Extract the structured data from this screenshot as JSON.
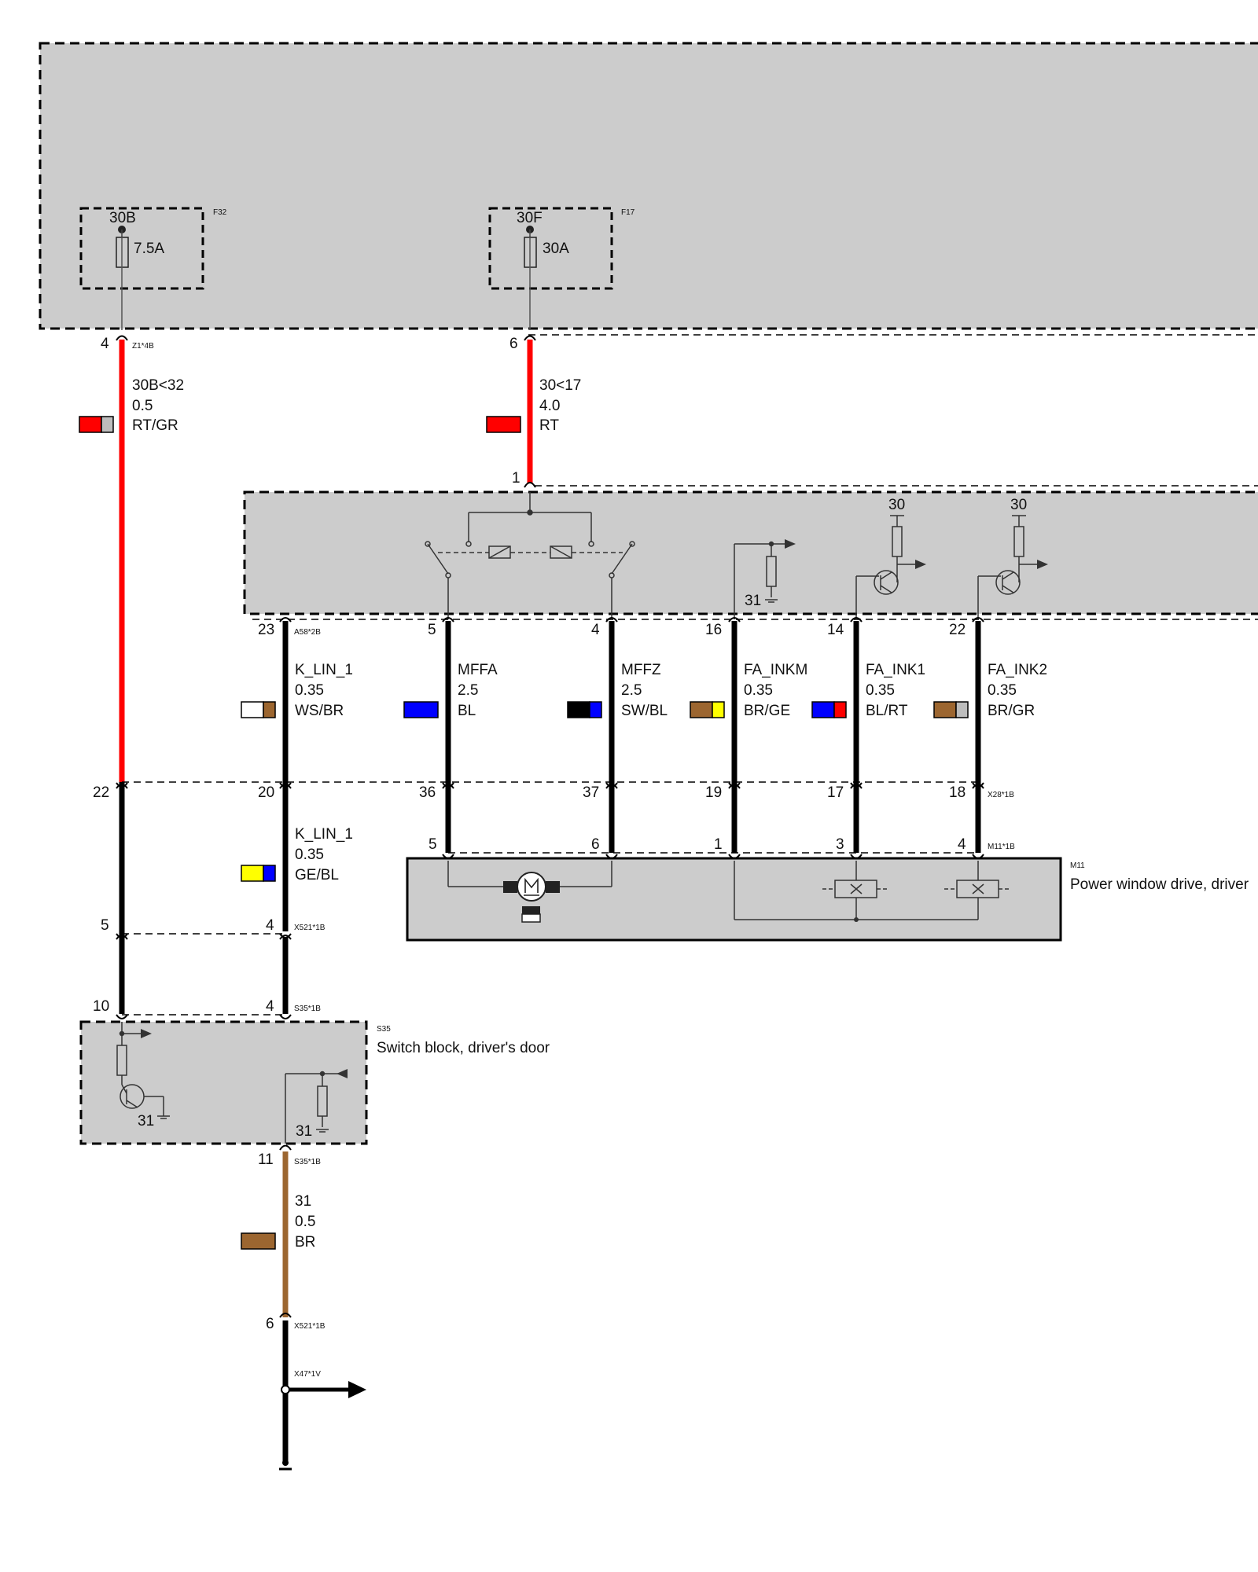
{
  "colors": {
    "box_fill": "#cccccc",
    "RT": "#ff0000",
    "GR": "#bdbdbd",
    "WS": "#ffffff",
    "BR": "#9c6630",
    "BL": "#0000ff",
    "SW": "#000000",
    "GE": "#ffff00"
  },
  "icons": [
    "fuse-icon",
    "motor-icon",
    "hall-sensor-icon",
    "transistor-icon",
    "relay-icon",
    "resistor-icon",
    "ground-icon",
    "arrow-icon"
  ],
  "fuses": [
    {
      "terminal": "30B",
      "rating": "7.5A",
      "code": "F32"
    },
    {
      "terminal": "30F",
      "rating": "30A",
      "code": "F17"
    }
  ],
  "top_wires": [
    {
      "pin_top": "4",
      "conn_top": "Z1*4B",
      "signal": "30B<32",
      "size": "0.5",
      "color_code": "RT/GR",
      "pin_bottom": "22"
    },
    {
      "pin_top": "6",
      "signal": "30<17",
      "size": "4.0",
      "color_code": "RT",
      "pin_bottom": "1"
    }
  ],
  "module_wires": [
    {
      "pin_top": "23",
      "conn_top": "A58*2B",
      "signal": "K_LIN_1",
      "size": "0.35",
      "color_code": "WS/BR",
      "pin_bottom": "20"
    },
    {
      "pin_top": "5",
      "signal": "MFFA",
      "size": "2.5",
      "color_code": "BL",
      "pin_bottom": "36",
      "motor_pin": "5"
    },
    {
      "pin_top": "4",
      "signal": "MFFZ",
      "size": "2.5",
      "color_code": "SW/BL",
      "pin_bottom": "37",
      "motor_pin": "6"
    },
    {
      "pin_top": "16",
      "signal": "FA_INKM",
      "size": "0.35",
      "color_code": "BR/GE",
      "pin_bottom": "19",
      "motor_pin": "1"
    },
    {
      "pin_top": "14",
      "signal": "FA_INK1",
      "size": "0.35",
      "color_code": "BL/RT",
      "pin_bottom": "17",
      "motor_pin": "3"
    },
    {
      "pin_top": "22",
      "signal": "FA_INK2",
      "size": "0.35",
      "color_code": "BR/GR",
      "pin_bottom": "18",
      "conn_bottom": "X28*1B",
      "motor_pin": "4",
      "conn_motor": "M11*1B"
    }
  ],
  "module_labels": {
    "v30_a": "30",
    "v30_b": "30",
    "gnd_31": "31"
  },
  "lin_lower": {
    "signal": "K_LIN_1",
    "size": "0.35",
    "color_code": "GE/BL"
  },
  "x521_upper": {
    "pin_left": "5",
    "pin_right": "4",
    "conn": "X521*1B"
  },
  "s35_top": {
    "pin_left": "10",
    "pin_right": "4",
    "conn": "S35*1B"
  },
  "motor": {
    "code": "M11",
    "name": "Power window drive, driver"
  },
  "switch_block": {
    "code": "S35",
    "name": "Switch block, driver's door",
    "gnd_left": "31",
    "gnd_right": "31"
  },
  "ground_wire": {
    "pin_top": "11",
    "conn_top": "S35*1B",
    "signal": "31",
    "size": "0.5",
    "color_code": "BR",
    "pin_bottom": "6",
    "conn_bottom": "X521*1B"
  },
  "splice": {
    "conn": "X47*1V"
  }
}
